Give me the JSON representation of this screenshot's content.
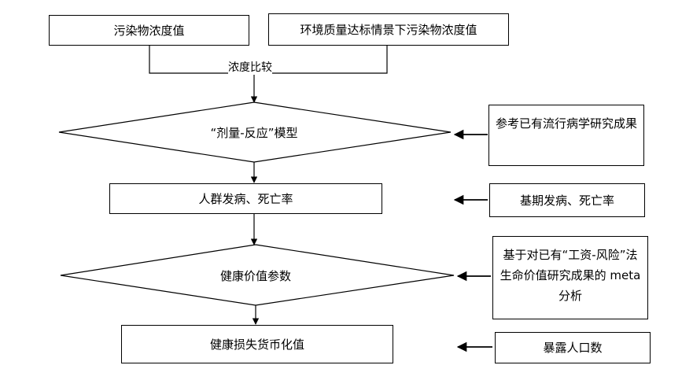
{
  "nodes": {
    "pollutant_concentration": "污染物浓度值",
    "standard_concentration": "环境质量达标情景下污染物浓度值",
    "comparison_label": "浓度比较",
    "dose_response_model": "“剂量-反应”模型",
    "epidemiology_reference": "参考已有流行病学研究成果",
    "population_incidence": "人群发病、死亡率",
    "baseline_incidence": "基期发病、死亡率",
    "health_value_parameter": "健康价值参数",
    "wage_risk_meta": "基于对已有“工资-风险”法生命价值研究成果的 meta 分析",
    "health_loss_value": "健康损失货币化值",
    "exposed_population": "暴露人口数"
  }
}
